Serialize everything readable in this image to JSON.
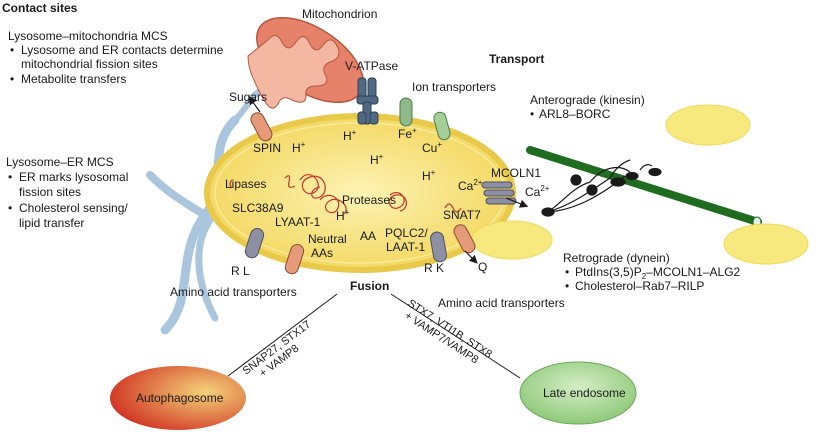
{
  "colors": {
    "lysosome_fill": "#f6e27a",
    "lysosome_edge": "#e8c94a",
    "microtubule": "#1f6b1f",
    "mito_fill": "#e6826a",
    "er_blue": "#a9c6de",
    "autophagosome_fill": "#d9452b",
    "late_endosome_fill": "#9fd18a",
    "transporter_orange": "#e59a7a",
    "transporter_grey": "#8d8fa3",
    "transporter_green": "#8fb98a",
    "vatpase_blue": "#4f6a82",
    "protein_red": "#c0392b"
  },
  "contact_sites": {
    "title": "Contact sites",
    "mito_mcs": "Lysosome–mitochondria MCS",
    "mito_b1_l1": "Lysosome and ER contacts determine",
    "mito_b1_l2": "mitochondrial fission sites",
    "mito_b2": "Metabolite transfers",
    "er_mcs": "Lysosome–ER MCS",
    "er_b1_l1": "ER marks lysosomal",
    "er_b1_l2": "fission sites",
    "er_b2_l1": "Cholesterol sensing/",
    "er_b2_l2": "lipid transfer",
    "bullet": "•"
  },
  "organelles": {
    "mitochondrion": "Mitochondrion",
    "autophagosome": "Autophagosome",
    "late_endosome": "Late endosome"
  },
  "transport": {
    "title": "Transport",
    "anterograde": "Anterograde (kinesin)",
    "anterograde_b1": "ARL8–BORC",
    "retrograde": "Retrograde (dynein)",
    "retro_b1_pre": "PtdIns(3,5)P",
    "retro_b1_sub": "2",
    "retro_b1_post": "–MCOLN1–ALG2",
    "retro_b2": "Cholesterol–Rab7–RILP"
  },
  "lysosome": {
    "vatpase": "V-ATPase",
    "ion_transporters": "Ion transporters",
    "sugars": "Sugars",
    "spin": "SPIN",
    "h": "H",
    "plus": "+",
    "fe": "Fe",
    "cu": "Cu",
    "lipases": "Lipases",
    "proteases": "Proteases",
    "ca": "Ca",
    "two_plus": "2+",
    "mcoln1": "MCOLN1",
    "slc38a9": "SLC38A9",
    "lyaat1": "LYAAT-1",
    "neutral": "Neutral",
    "aas": "AAs",
    "aa": "AA",
    "snat7": "SNAT7",
    "pqlc2": "PQLC2/",
    "laat1": "LAAT-1",
    "rl": "R L",
    "rk": "R K",
    "q": "Q",
    "amino_left": "Amino acid transporters",
    "amino_right": "Amino acid transporters"
  },
  "fusion": {
    "title": "Fusion",
    "left_l1": "SNAP27, STX17",
    "left_l2": "+ VAMP8",
    "right_l1": "STX7, VTI1B, STX8",
    "right_l2": "+ VAMP7/VAMP8"
  }
}
